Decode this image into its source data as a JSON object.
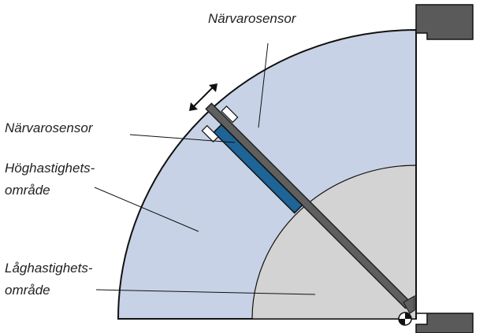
{
  "labels": {
    "presence_sensor_top": "Närvarosensor",
    "presence_sensor_left": "Närvarosensor",
    "high_speed_line1": "Höghastighets-",
    "high_speed_line2": "område",
    "low_speed_line1": "Låghastighets-",
    "low_speed_line2": "område"
  },
  "colors": {
    "high_speed_zone": "#c8d2e6",
    "low_speed_zone": "#d3d3d3",
    "door_leaf": "#5f5f5f",
    "sensor": "#1e6496",
    "wall": "#5a5a5a",
    "outline": "#111111"
  },
  "icons": {
    "hinge": "hinge-pivot-icon",
    "adjust": "double-arrow-icon"
  }
}
